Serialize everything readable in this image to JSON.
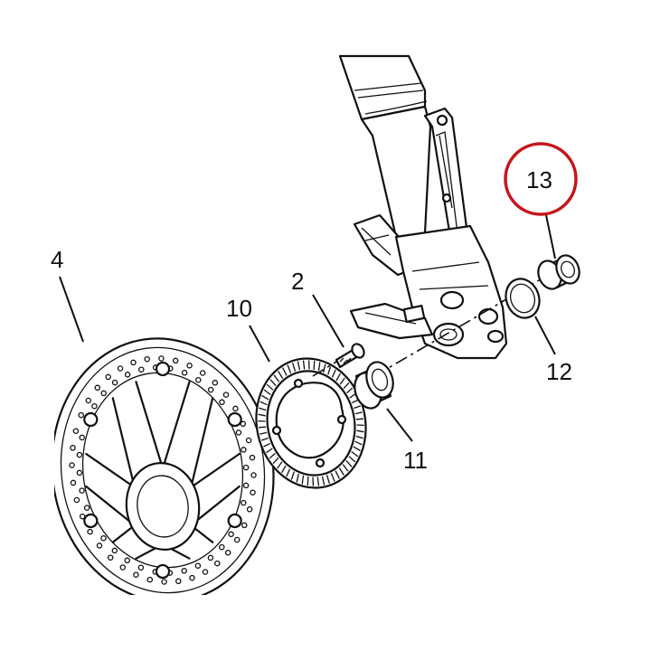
{
  "callouts": [
    {
      "id": "4",
      "label": "4"
    },
    {
      "id": "10",
      "label": "10"
    },
    {
      "id": "2",
      "label": "2"
    },
    {
      "id": "11",
      "label": "11"
    },
    {
      "id": "12",
      "label": "12"
    },
    {
      "id": "13",
      "label": "13"
    }
  ],
  "highlight": {
    "label": "13",
    "color": "#c4161c"
  },
  "colors": {
    "line": "#111111",
    "background": "#ffffff"
  }
}
